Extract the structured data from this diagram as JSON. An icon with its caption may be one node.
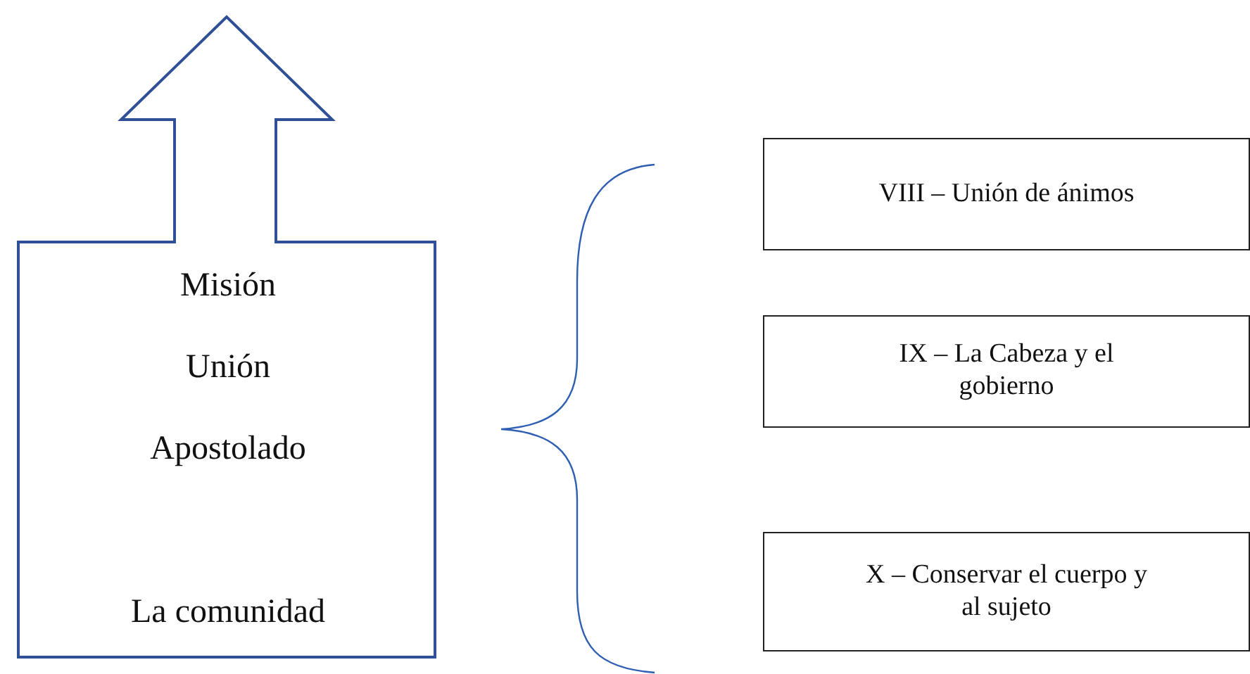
{
  "diagram": {
    "nodes": [
      {
        "text": [
          "Misión",
          "Unión",
          "Apostolado",
          "La comunidad"
        ]
      },
      {
        "text": [
          "VIII – Unión de ánimos"
        ]
      },
      {
        "text": [
          "IX – La Cabeza y el gobierno"
        ]
      },
      {
        "text": [
          "X – Conservar el cuerpo y al sujeto"
        ]
      }
    ],
    "edges": []
  }
}
